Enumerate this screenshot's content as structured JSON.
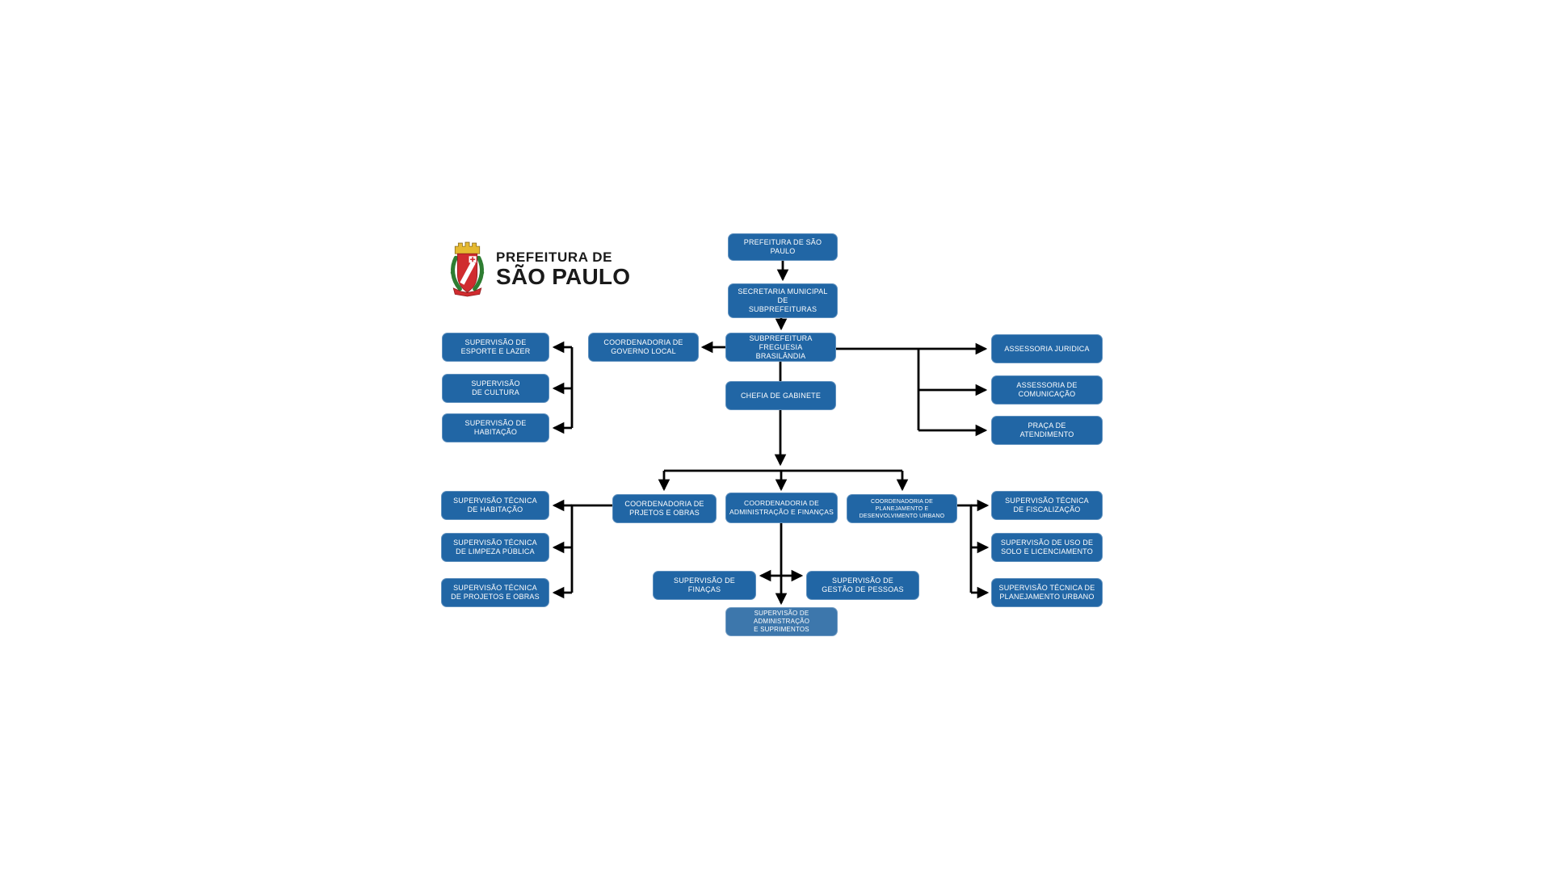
{
  "colors": {
    "background": "#ffffff",
    "node_fill": "#2166a5",
    "node_fill_light": "#3d77ac",
    "node_text": "#ffffff",
    "connector": "#000000",
    "logo_text": "#1a1a1a",
    "crest_red": "#d02c2f",
    "crest_green": "#2e7d32",
    "crest_gold": "#e5b931"
  },
  "logo": {
    "line1": "PREFEITURA DE",
    "line2": "SÃO PAULO"
  },
  "nodes": {
    "prefeitura": {
      "label": "PREFEITURA DE SÃO PAULO"
    },
    "secretaria": {
      "label": "SECRETARIA MUNICIPAL DE\nSUBPREFEITURAS"
    },
    "subprefeitura": {
      "label": "SUBPREFEITURA FREGUESIA\nBRASILÂNDIA"
    },
    "coord_governo_local": {
      "label": "COORDENADORIA DE\nGOVERNO LOCAL"
    },
    "chefia_gabinete": {
      "label": "CHEFIA DE GABINETE"
    },
    "sup_esporte_lazer": {
      "label": "SUPERVISÃO DE\nESPORTE E LAZER"
    },
    "sup_cultura": {
      "label": "SUPERVISÃO\nDE CULTURA"
    },
    "sup_habitacao": {
      "label": "SUPERVISÃO DE\nHABITAÇÃO"
    },
    "assessoria_juridica": {
      "label": "ASSESSORIA JURIDICA"
    },
    "assessoria_comunicacao": {
      "label": "ASSESSORIA DE\nCOMUNICAÇÃO"
    },
    "praca_atendimento": {
      "label": "PRAÇA DE\nATENDIMENTO"
    },
    "coord_prjetos_obras": {
      "label": "COORDENADORIA DE\nPRJETOS E OBRAS"
    },
    "coord_admin_financas": {
      "label": "COORDENADORIA DE\nADMINISTRAÇÃO E FINANÇAS"
    },
    "coord_planejamento": {
      "label": "COORDENADORIA DE\nPLANEJAMENTO E\nDESENVOLVIMENTO URBANO"
    },
    "sup_tec_habitacao": {
      "label": "SUPERVISÃO TÉCNICA\nDE HABITAÇÃO"
    },
    "sup_tec_limpeza_publica": {
      "label": "SUPERVISÃO TÉCNICA\nDE LIMPEZA PÚBLICA"
    },
    "sup_tec_projetos_obras": {
      "label": "SUPERVISÃO TÉCNICA\nDE PROJETOS E OBRAS"
    },
    "sup_tec_fiscalizacao": {
      "label": "SUPERVISÃO TÉCNICA\nDE FISCALIZAÇÃO"
    },
    "sup_uso_solo_licenciamento": {
      "label": "SUPERVISÃO DE USO DE\nSOLO E LICENCIAMENTO"
    },
    "sup_tec_planejamento_urbano": {
      "label": "SUPERVISÃO TÉCNICA DE\nPLANEJAMENTO URBANO"
    },
    "sup_finacas": {
      "label": "SUPERVISÃO DE\nFINAÇAS"
    },
    "sup_gestao_pessoas": {
      "label": "SUPERVISÃO DE\nGESTÃO DE PESSOAS"
    },
    "sup_admin_suprimentos": {
      "label": "SUPERVISÃO DE ADMINISTRAÇÃO\nE SUPRIMENTOS"
    }
  }
}
